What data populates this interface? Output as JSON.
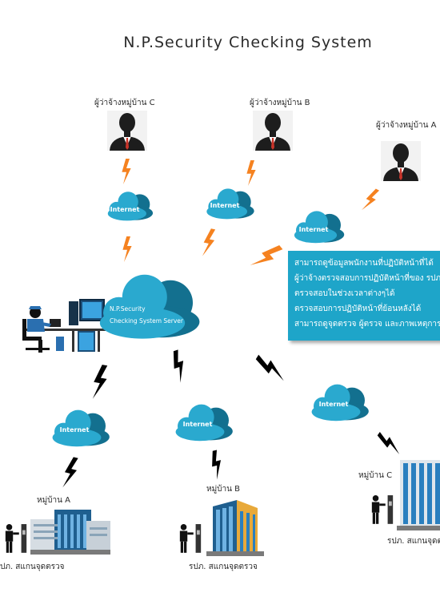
{
  "title": "N.P.Security Checking System",
  "employers": {
    "c": "ผู้ว่าจ้างหมู่บ้าน C",
    "b": "ผู้ว่าจ้างหมู่บ้าน B",
    "a": "ผู้ว่าจ้างหมู่บ้าน A"
  },
  "internet_label": "Internet",
  "server": {
    "line1": "N.P.Security",
    "line2": "Checking System Server"
  },
  "info_lines": [
    "สามารถดูข้อมูลพนักงานที่ปฏิบัติหน้าที่ได้",
    "ผู้ว่าจ้างตรวจสอบการปฏิบัติหน้าที่ของ  รปภ.",
    "ตรวจสอบในช่วงเวลาต่างๆได้",
    "ตรวจสอบการปฏิบัติหน้าที่ย้อนหลังได้",
    "สามารถดูจุดตรวจ ผู้ตรวจ และภาพเหตุการณ์"
  ],
  "villages": {
    "a": "หมู่บ้าน A",
    "b": "หมู่บ้าน B",
    "c": "หมู่บ้าน C"
  },
  "guard_labels": {
    "a": "ปภ. สแกนจุดตรวจ",
    "b": "รปภ. สแกนจุดตรวจ",
    "c": "รปภ. สแกนจุดต"
  },
  "colors": {
    "cloud_light": "#2aa9cf",
    "cloud_dark": "#13708f",
    "bolt_orange": "#f58220",
    "bolt_black": "#000000",
    "infobox": "#1ea5c9"
  }
}
